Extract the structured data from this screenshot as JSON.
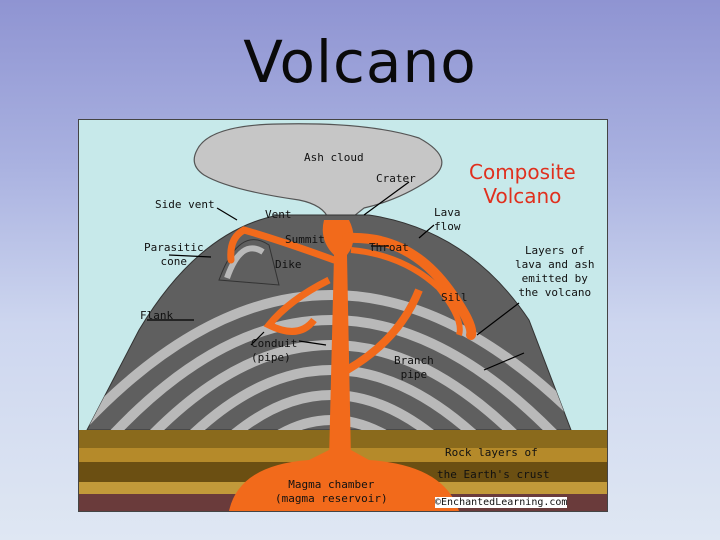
{
  "slide": {
    "title": "Volcano"
  },
  "diagram": {
    "main_label": [
      "Composite",
      "Volcano"
    ],
    "labels": {
      "ash_cloud": "Ash cloud",
      "crater": "Crater",
      "side_vent": "Side vent",
      "vent": "Vent",
      "lava_flow": [
        "Lava",
        "flow"
      ],
      "summit": "Summit",
      "throat": "Throat",
      "parasitic_cone": [
        "Parasitic",
        "cone"
      ],
      "dike": "Dike",
      "layers": [
        "Layers of",
        "lava and ash",
        "emitted by",
        "the volcano"
      ],
      "sill": "Sill",
      "flank": "Flank",
      "conduit": [
        "Conduit",
        "(pipe)"
      ],
      "branch_pipe": [
        "Branch",
        "pipe"
      ],
      "rock_layers": "Rock layers of",
      "earth_crust": "the Earth's crust",
      "magma_chamber": [
        "Magma chamber",
        "(magma reservoir)"
      ],
      "credit": "©EnchantedLearning.com"
    },
    "colors": {
      "sky": "#c7e9ea",
      "lava": "#f26a1b",
      "ash": "#c6c6c6",
      "layer_dark": "#5f5f5f",
      "layer_light": "#b9b9b9",
      "rock_brown": "#8a6a1c",
      "rock_tan": "#b58a2a",
      "title_red": "#e0301e"
    }
  }
}
